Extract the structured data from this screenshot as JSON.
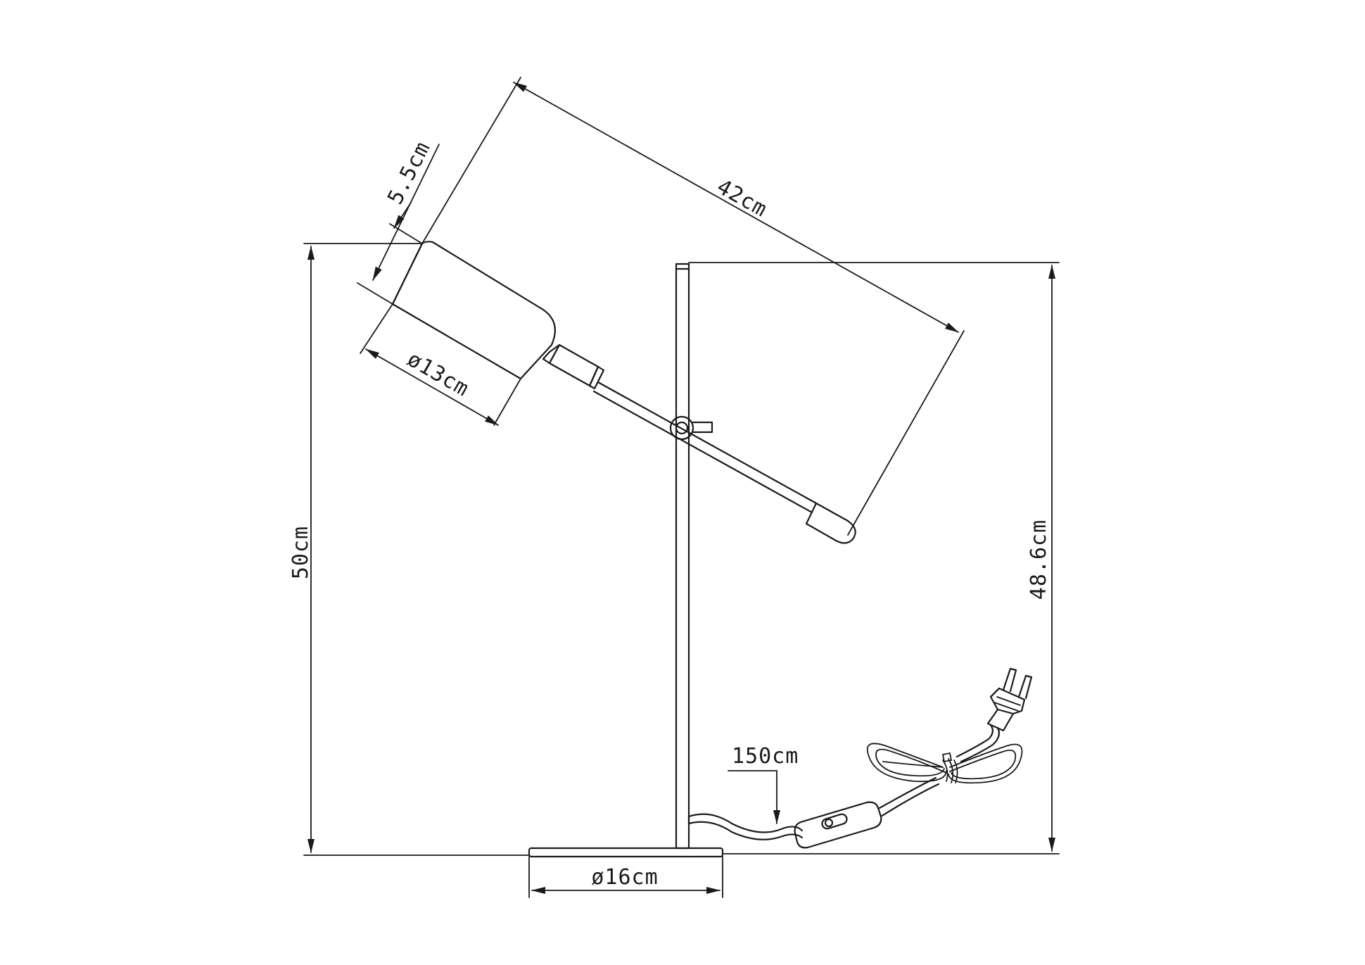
{
  "diagram": {
    "dimensions": {
      "total_height": "50cm",
      "pole_height": "48.6cm",
      "arm_length": "42cm",
      "shade_depth": "5.5cm",
      "shade_diameter": "ø13cm",
      "base_diameter": "ø16cm",
      "cord_length": "150cm"
    },
    "line_color": "#1a1a1a",
    "background": "#ffffff"
  }
}
